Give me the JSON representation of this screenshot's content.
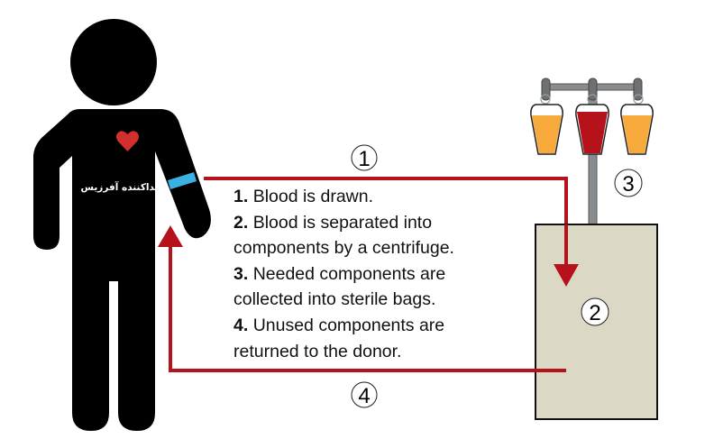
{
  "title": "Apheresis blood donation process",
  "donor": {
    "shirt_label": "اهداکننده آفرزیس",
    "icons": [
      "person-silhouette",
      "heart-icon",
      "armband"
    ]
  },
  "colors": {
    "figure": "#000000",
    "heart": "#d32f2f",
    "armband": "#3bb0e3",
    "arrow": "#b5121b",
    "machine_fill": "#dcd8c6",
    "plasma": "#f7a93b",
    "red_cells": "#b5121b",
    "pole": "#8a8d90"
  },
  "markers": {
    "step1": "1",
    "step2": "2",
    "step3": "3",
    "step4": "4"
  },
  "steps": [
    {
      "num": "1.",
      "lines": [
        "Blood is drawn."
      ]
    },
    {
      "num": "2.",
      "lines": [
        "Blood is separated into",
        "components by a centrifuge."
      ]
    },
    {
      "num": "3.",
      "lines": [
        "Needed components are",
        "collected into sterile bags."
      ]
    },
    {
      "num": "4.",
      "lines": [
        "Unused components are",
        "returned to the donor."
      ]
    }
  ]
}
